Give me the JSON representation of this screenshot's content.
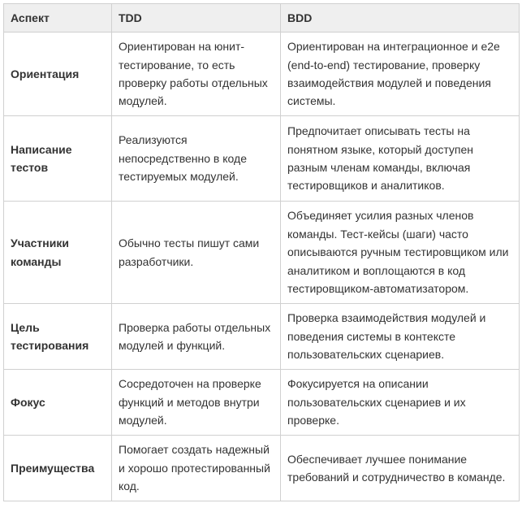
{
  "table": {
    "headers": [
      "Аспект",
      "TDD",
      "BDD"
    ],
    "rows": [
      {
        "aspect": "Ориентация",
        "tdd": "Ориентирован на юнит-тестирование, то есть проверку работы отдельных модулей.",
        "bdd": "Ориентирован на интеграционное и e2e (end-to-end) тестирование, проверку взаимодействия модулей и поведения системы."
      },
      {
        "aspect": "Написание тестов",
        "tdd": "Реализуются непосредственно в коде тестируемых модулей.",
        "bdd": "Предпочитает описывать тесты на понятном языке, который доступен разным членам команды, включая тестировщиков и аналитиков."
      },
      {
        "aspect": "Участники команды",
        "tdd": "Обычно тесты пишут сами разработчики.",
        "bdd": "Объединяет усилия разных членов команды. Тест-кейсы (шаги) часто описываются ручным тестировщиком или аналитиком и воплощаются в код тестировщиком-автоматизатором."
      },
      {
        "aspect": "Цель тестирования",
        "tdd": "Проверка работы отдельных модулей и функций.",
        "bdd": "Проверка взаимодействия модулей и поведения системы в контексте пользовательских сценариев."
      },
      {
        "aspect": "Фокус",
        "tdd": "Сосредоточен на проверке функций и методов внутри модулей.",
        "bdd": "Фокусируется на описании пользовательских сценариев и их проверке."
      },
      {
        "aspect": "Преимущества",
        "tdd": "Помогает создать надежный и хорошо протестированный код.",
        "bdd": "Обеспечивает лучшее понимание требований и сотрудничество в команде."
      }
    ]
  }
}
